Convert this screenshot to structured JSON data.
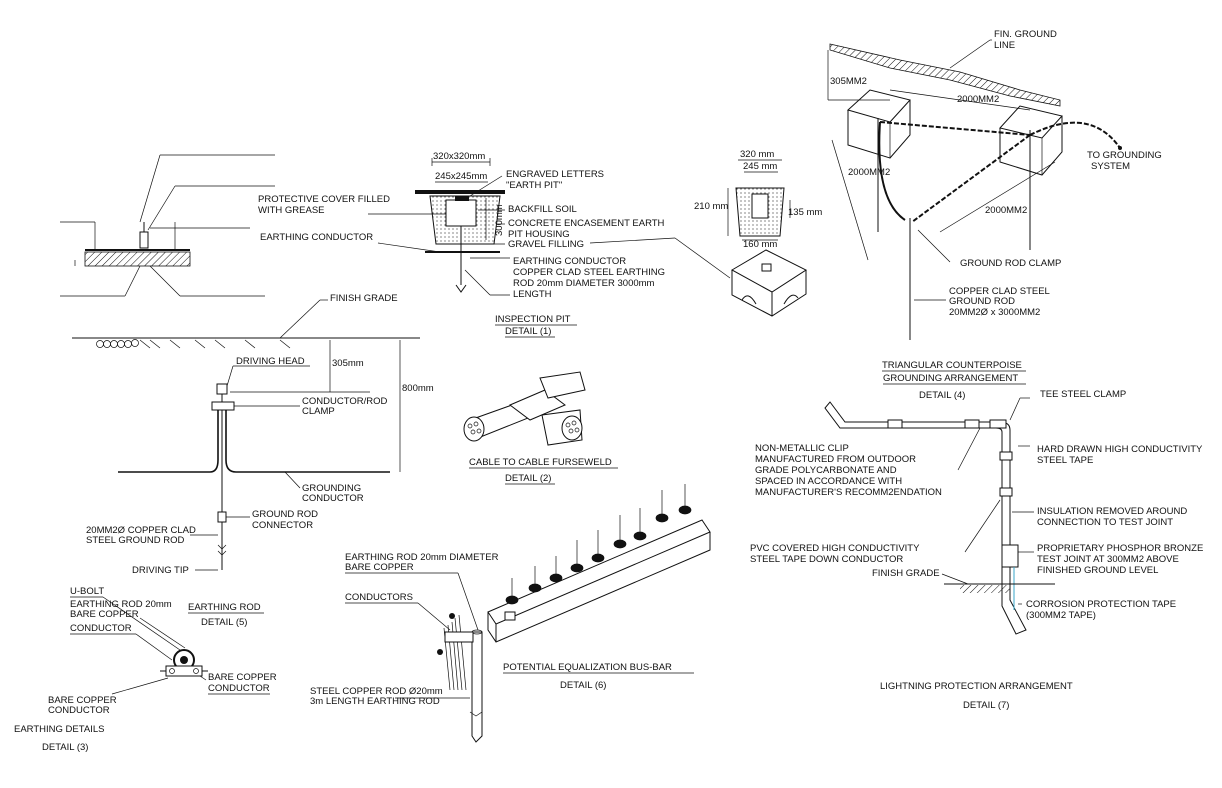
{
  "detail1": {
    "dim_outer": "320x320mm",
    "dim_inner": "245x245mm",
    "dim_depth": "300mm",
    "engraved_1": "ENGRAVED LETTERS",
    "engraved_2": "\"EARTH PIT\"",
    "cover_1": "PROTECTIVE COVER FILLED",
    "cover_2": "WITH GREASE",
    "backfill": "BACKFILL SOIL",
    "concrete_1": "CONCRETE ENCASEMENT EARTH",
    "concrete_2": "PIT HOUSING",
    "gravel": "GRAVEL FILLING",
    "earthing_conductor_left": "EARTHING CONDUCTOR",
    "earthing_conductor": "EARTHING CONDUCTOR",
    "rod_1": "COPPER CLAD STEEL EARTHING",
    "rod_2": "ROD 20mm DIAMETER 3000mm",
    "rod_3": "LENGTH",
    "title": "INSPECTION  PIT",
    "subtitle": "DETAIL (1)",
    "box_top_outer": "320 mm",
    "box_top_inner": "245 mm",
    "box_left": "210 mm",
    "box_right": "135 mm",
    "box_bottom": "160 mm"
  },
  "detail2": {
    "title": "CABLE TO CABLE FURSEWELD",
    "subtitle": "DETAIL (2)"
  },
  "detail3": {
    "ubolt": "U-BOLT",
    "rod_1": "EARTHING ROD 20mm",
    "rod_2": "BARE COPPER",
    "conductor": "CONDUCTOR",
    "bare_right_1": "BARE COPPER",
    "bare_right_2": "CONDUCTOR",
    "bare_left_1": "BARE COPPER",
    "bare_left_2": "CONDUCTOR",
    "title": "EARTHING DETAILS",
    "subtitle": "DETAIL (3)"
  },
  "detail5": {
    "finish_grade": "FINISH GRADE",
    "driving_head": "DRIVING HEAD",
    "dim_305": "305mm",
    "dim_800": "800mm",
    "clamp_1": "CONDUCTOR/ROD",
    "clamp_2": "CLAMP",
    "grounding_1": "GROUNDING",
    "grounding_2": "CONDUCTOR",
    "connector_1": "GROUND ROD",
    "connector_2": "CONNECTOR",
    "rod_1": "20MM2Ø COPPER CLAD",
    "rod_2": "STEEL GROUND ROD",
    "driving_tip": "DRIVING TIP",
    "title": "EARTHING ROD",
    "subtitle": "DETAIL (5)"
  },
  "detail6": {
    "rod_1": "EARTHING ROD 20mm DIAMETER",
    "rod_2": "BARE COPPER",
    "conductors": "CONDUCTORS",
    "steel_1": "STEEL COPPER ROD Ø20mm",
    "steel_2": "3m LENGTH EARTHING ROD",
    "title": "POTENTIAL EQUALIZATION BUS-BAR",
    "subtitle": "DETAIL (6)"
  },
  "detail4": {
    "fin_1": "FIN. GROUND",
    "fin_2": "LINE",
    "dim_305": "305MM2",
    "dim_top": "2000MM2",
    "dim_left": "2000MM2",
    "dim_right": "2000MM2",
    "to_1": "TO GROUNDING",
    "to_2": "SYSTEM",
    "clamp": "GROUND ROD CLAMP",
    "rod_1": "COPPER CLAD STEEL",
    "rod_2": "GROUND ROD",
    "rod_3": "20MM2Ø x 3000MM2",
    "title_1": "TRIANGULAR COUNTERPOISE",
    "title_2": "GROUNDING ARRANGEMENT",
    "subtitle": "DETAIL (4)"
  },
  "detail7": {
    "tee": "TEE STEEL CLAMP",
    "clip_1": "NON-METALLIC CLIP",
    "clip_2": "MANUFACTURED FROM OUTDOOR",
    "clip_3": "GRADE POLYCARBONATE AND",
    "clip_4": "SPACED IN ACCORDANCE WITH",
    "clip_5": "MANUFACTURER'S RECOMM2ENDATION",
    "hard_1": "HARD DRAWN HIGH CONDUCTIVITY",
    "hard_2": "STEEL TAPE",
    "ins_1": "INSULATION REMOVED AROUND",
    "ins_2": "CONNECTION TO TEST JOINT",
    "pvc_1": "PVC COVERED HIGH CONDUCTIVITY",
    "pvc_2": "STEEL TAPE DOWN CONDUCTOR",
    "prop_1": "PROPRIETARY PHOSPHOR BRONZE",
    "prop_2": "TEST JOINT AT 300MM2 ABOVE",
    "prop_3": "FINISHED GROUND LEVEL",
    "finish": "FINISH GRADE",
    "corr_1": "CORROSION PROTECTION TAPE",
    "corr_2": "(300MM2 TAPE)",
    "title": "LIGHTNING PROTECTION ARRANGEMENT",
    "subtitle": "DETAIL (7)"
  }
}
